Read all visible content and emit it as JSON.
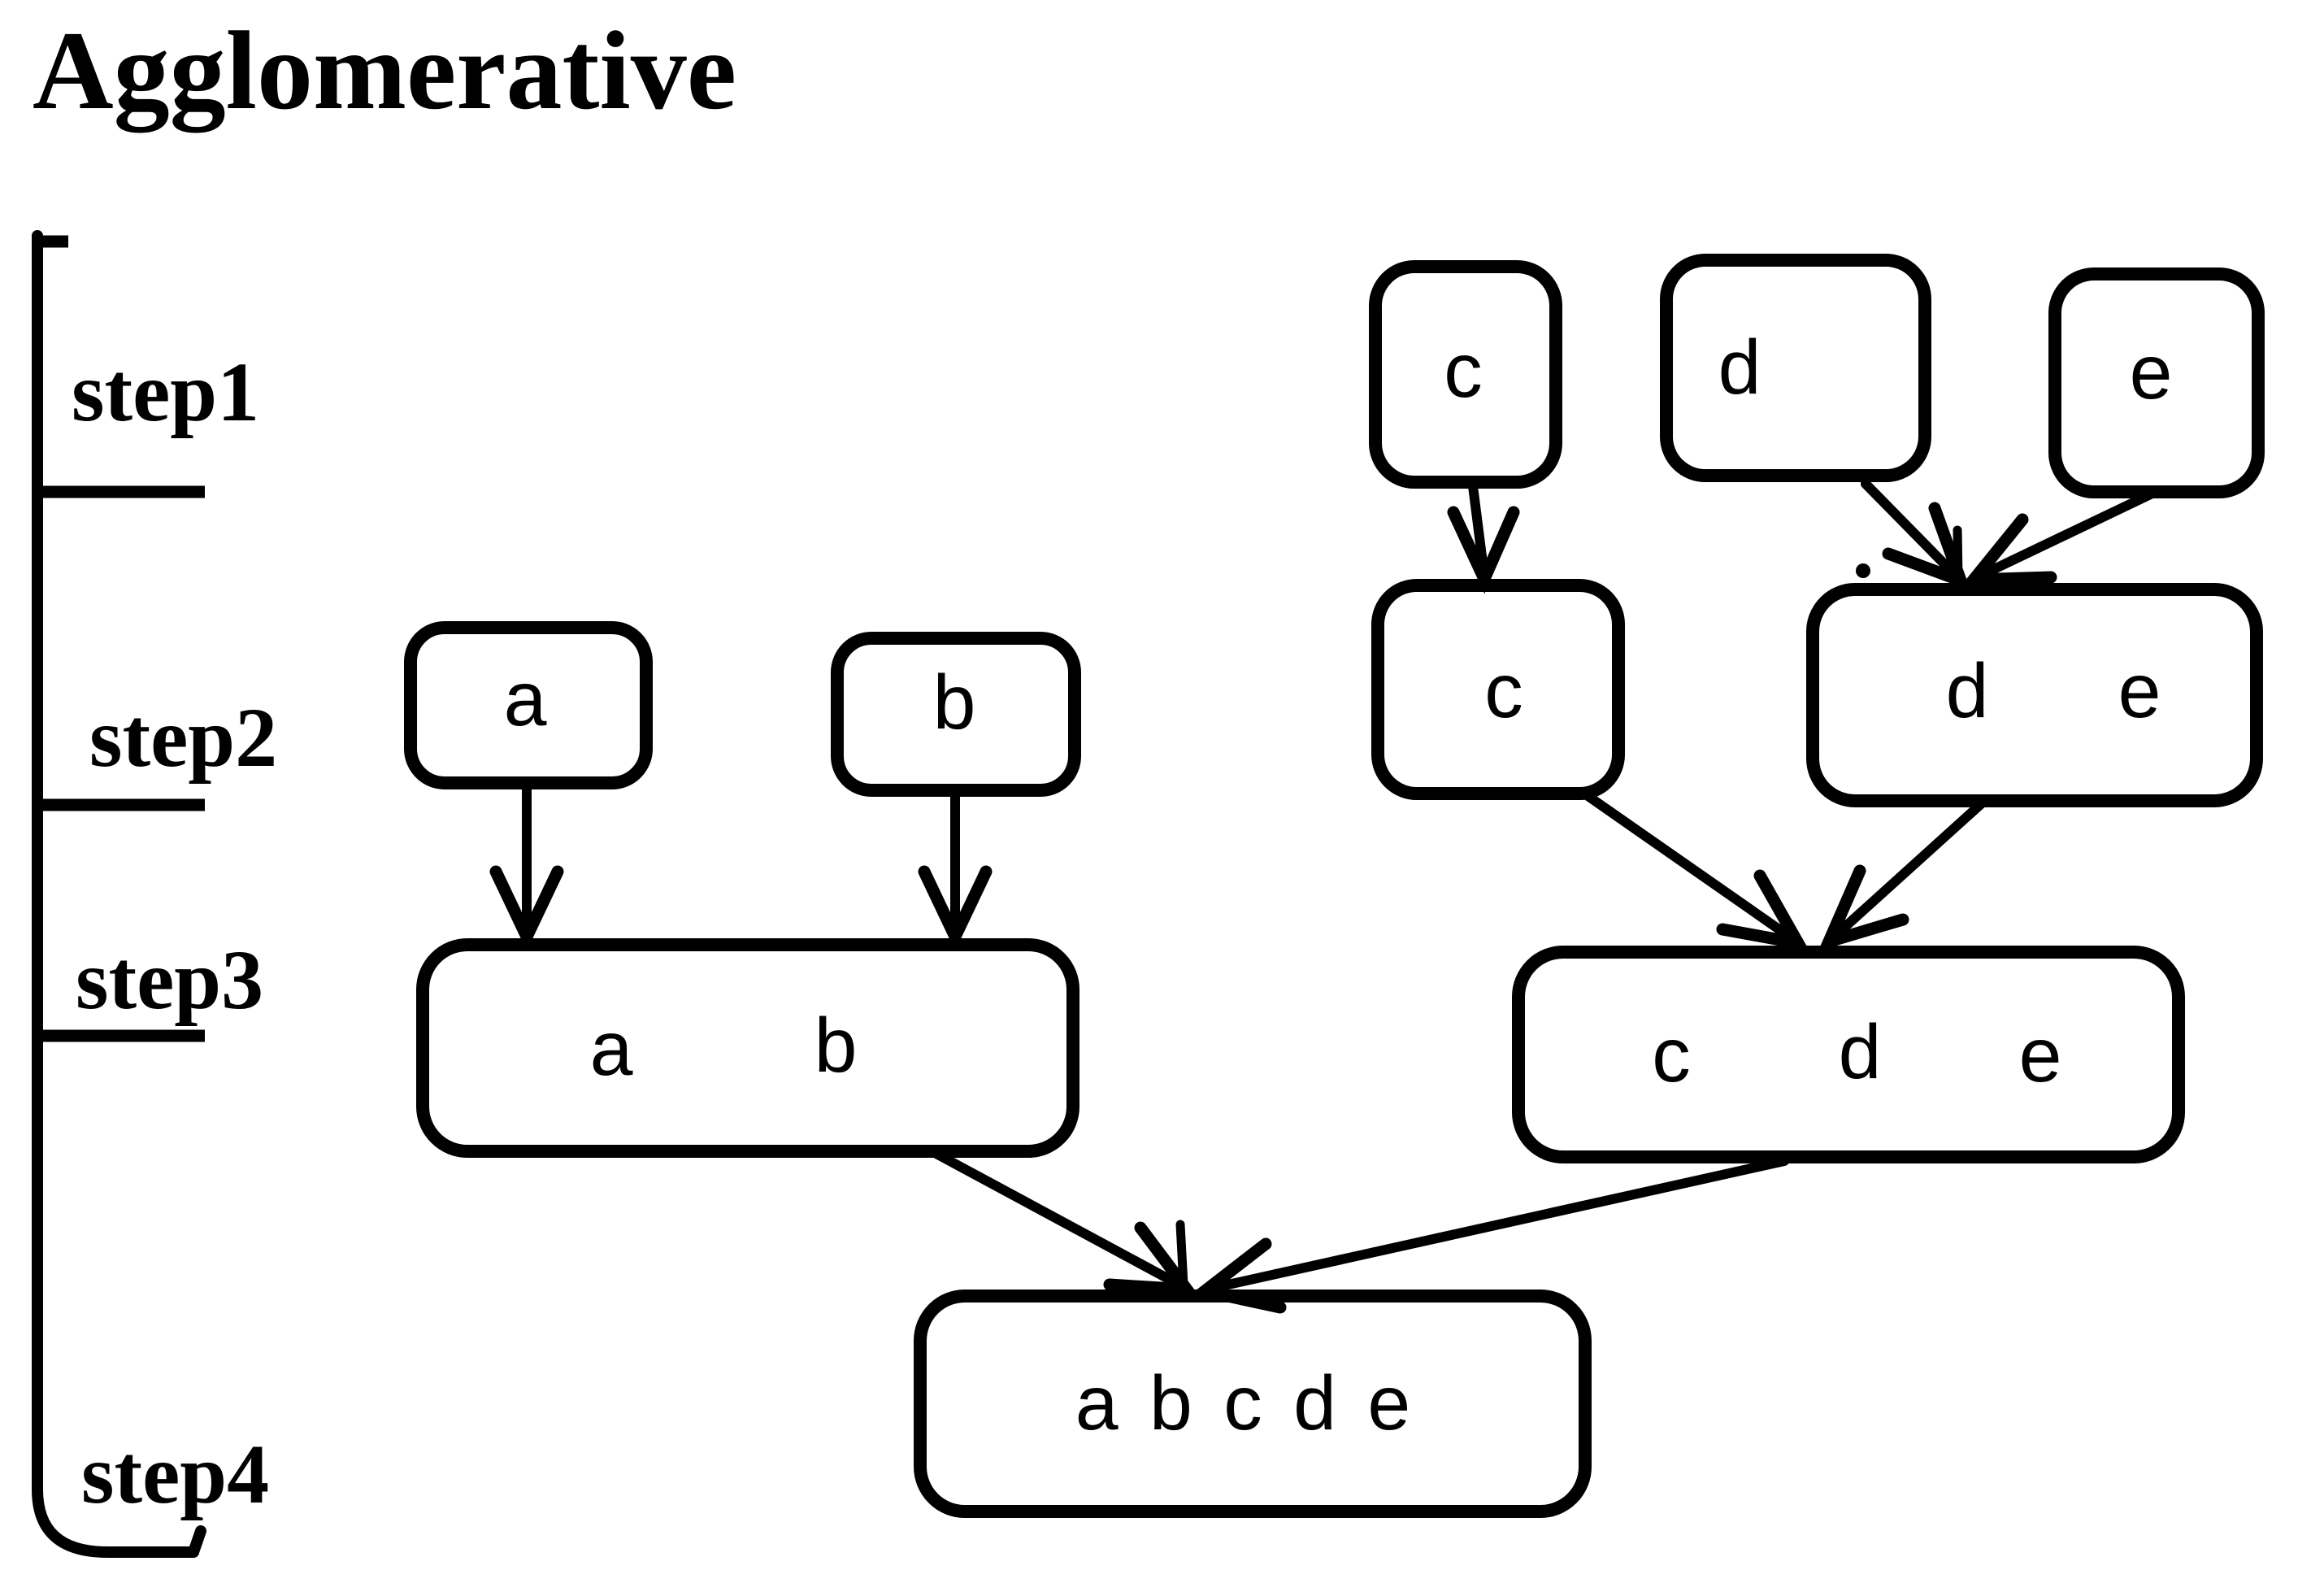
{
  "title": "Agglomerative",
  "colors": {
    "ink": "#000000",
    "background": "#ffffff"
  },
  "axis": {
    "step1": "step1",
    "step2": "step2",
    "step3": "step3",
    "step4": "step4"
  },
  "nodes": {
    "step1_c": "c",
    "step1_d": "d",
    "step1_e": "e",
    "step2_a": "a",
    "step2_b": "b",
    "step2_c": "c",
    "step2_de_d": "d",
    "step2_de_e": "e",
    "step3_ab_a": "a",
    "step3_ab_b": "b",
    "step3_cde_c": "c",
    "step3_cde_d": "d",
    "step3_cde_e": "e",
    "step4_abcde": "a b c d e"
  }
}
